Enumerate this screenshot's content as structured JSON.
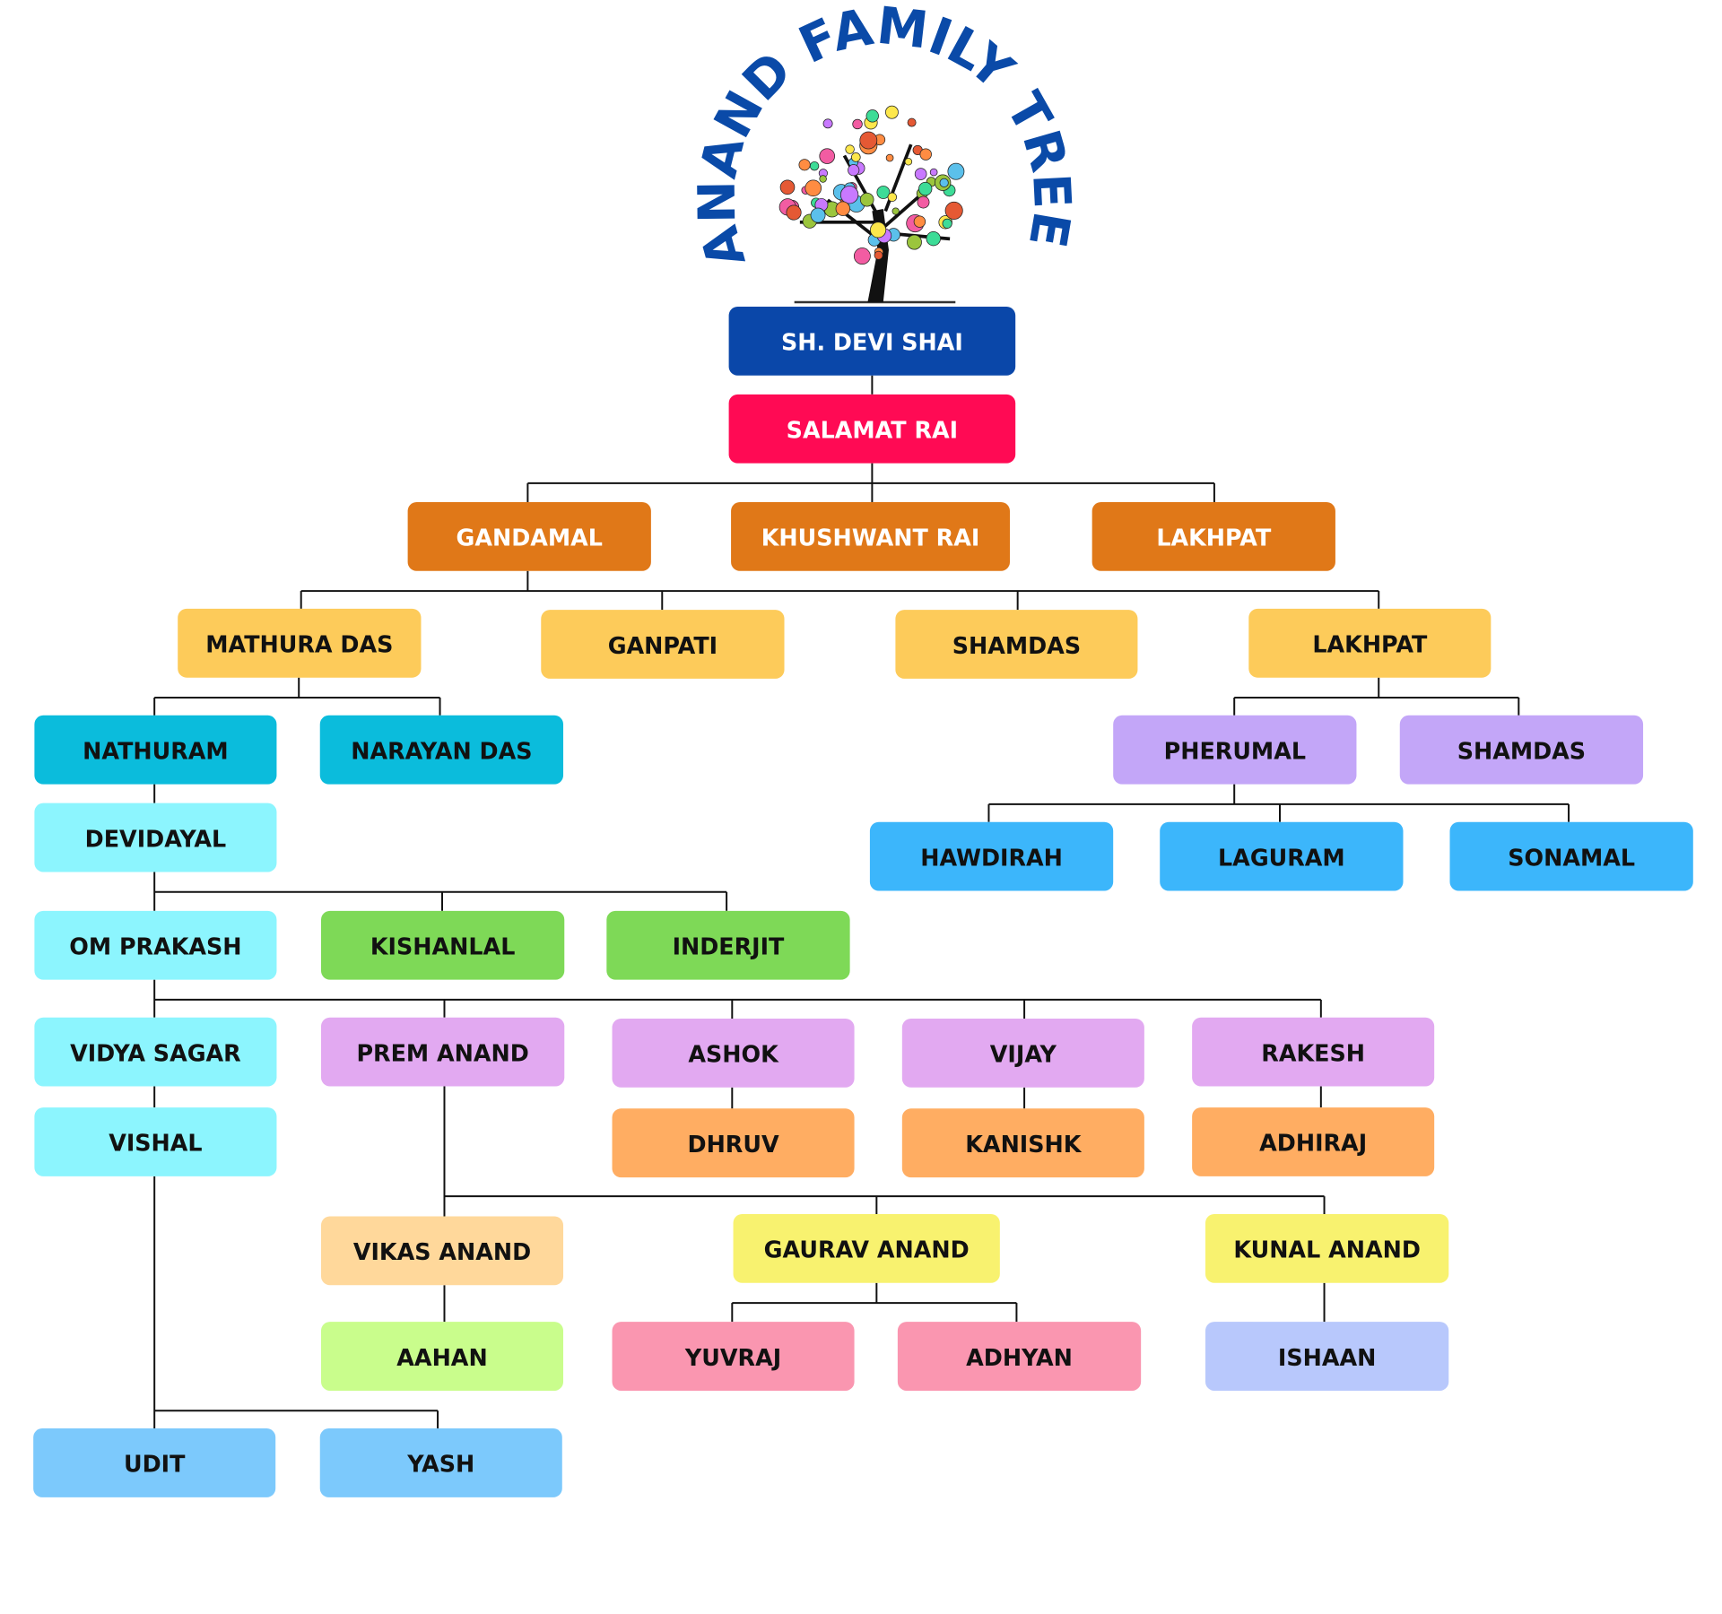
{
  "title": "ANAND FAMILY TREE",
  "colors": {
    "title": "#0a4aa8",
    "line": "#111111"
  },
  "nodes": [
    {
      "label": "SH. DEVI SHAI",
      "color": "#0a47a9",
      "text_color": "#ffffff"
    },
    {
      "label": "SALAMAT RAI",
      "color": "#ff0a54",
      "text_color": "#ffffff"
    },
    {
      "label": "GANDAMAL",
      "color": "#e07818",
      "text_color": "#ffffff"
    },
    {
      "label": "KHUSHWANT RAI",
      "color": "#e07818",
      "text_color": "#ffffff"
    },
    {
      "label": "LAKHPAT",
      "color": "#e07818",
      "text_color": "#ffffff"
    },
    {
      "label": "MATHURA DAS",
      "color": "#fdcb5a",
      "text_color": "#111111"
    },
    {
      "label": "GANPATI",
      "color": "#fdcb5a",
      "text_color": "#111111"
    },
    {
      "label": "SHAMDAS",
      "color": "#fdcb5a",
      "text_color": "#111111"
    },
    {
      "label": "LAKHPAT",
      "color": "#fdcb5a",
      "text_color": "#111111"
    },
    {
      "label": "NATHURAM",
      "color": "#0bbcdc",
      "text_color": "#111111"
    },
    {
      "label": "NARAYAN DAS",
      "color": "#0bbcdc",
      "text_color": "#111111"
    },
    {
      "label": "PHERUMAL",
      "color": "#c3a6f8",
      "text_color": "#111111"
    },
    {
      "label": "SHAMDAS",
      "color": "#c3a6f8",
      "text_color": "#111111"
    },
    {
      "label": "DEVIDAYAL",
      "color": "#8cf5fe",
      "text_color": "#111111"
    },
    {
      "label": "HAWDIRAH",
      "color": "#3cb6fb",
      "text_color": "#111111"
    },
    {
      "label": "LAGURAM",
      "color": "#3cb6fb",
      "text_color": "#111111"
    },
    {
      "label": "SONAMAL",
      "color": "#3cb6fb",
      "text_color": "#111111"
    },
    {
      "label": "OM PRAKASH",
      "color": "#8cf5fe",
      "text_color": "#111111"
    },
    {
      "label": "KISHANLAL",
      "color": "#7ed957",
      "text_color": "#111111"
    },
    {
      "label": "INDERJIT",
      "color": "#7ed957",
      "text_color": "#111111"
    },
    {
      "label": "VIDYA SAGAR",
      "color": "#8cf5fe",
      "text_color": "#111111"
    },
    {
      "label": "PREM ANAND",
      "color": "#e2a9f1",
      "text_color": "#111111"
    },
    {
      "label": "ASHOK",
      "color": "#e2a9f1",
      "text_color": "#111111"
    },
    {
      "label": "VIJAY",
      "color": "#e2a9f1",
      "text_color": "#111111"
    },
    {
      "label": "RAKESH",
      "color": "#e2a9f1",
      "text_color": "#111111"
    },
    {
      "label": "VISHAL",
      "color": "#8cf5fe",
      "text_color": "#111111"
    },
    {
      "label": "DHRUV",
      "color": "#ffad62",
      "text_color": "#111111"
    },
    {
      "label": "KANISHK",
      "color": "#ffad62",
      "text_color": "#111111"
    },
    {
      "label": "ADHIRAJ",
      "color": "#ffad62",
      "text_color": "#111111"
    },
    {
      "label": "VIKAS ANAND",
      "color": "#ffd89b",
      "text_color": "#111111"
    },
    {
      "label": "GAURAV ANAND",
      "color": "#f8f26f",
      "text_color": "#111111"
    },
    {
      "label": "KUNAL ANAND",
      "color": "#f8f26f",
      "text_color": "#111111"
    },
    {
      "label": "AAHAN",
      "color": "#c9fd8c",
      "text_color": "#111111"
    },
    {
      "label": "YUVRAJ",
      "color": "#fa96b0",
      "text_color": "#111111"
    },
    {
      "label": "ADHYAN",
      "color": "#fa96b0",
      "text_color": "#111111"
    },
    {
      "label": "ISHAAN",
      "color": "#b8c8fc",
      "text_color": "#111111"
    },
    {
      "label": "UDIT",
      "color": "#7cc9fc",
      "text_color": "#111111"
    },
    {
      "label": "YASH",
      "color": "#7cc9fc",
      "text_color": "#111111"
    }
  ]
}
